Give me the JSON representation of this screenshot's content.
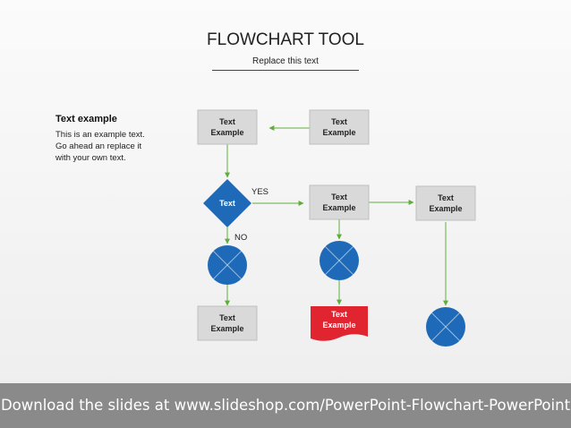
{
  "slide": {
    "title": "FLOWCHART TOOL",
    "subtitle": "Replace this text",
    "side_heading": "Text example",
    "side_body_lines": [
      "This is an example text.",
      "Go ahead an replace it",
      "with your own text."
    ]
  },
  "diagram": {
    "colors": {
      "box_fill": "#d9d9d9",
      "box_border": "#bfbfbf",
      "blue": "#1f6ab8",
      "red": "#e02531",
      "arrow": "#5fae3c",
      "text_dark": "#222222",
      "text_light": "#ffffff"
    },
    "nodes": [
      {
        "id": "box-top-left",
        "shape": "box",
        "lines": [
          "Text",
          "Example"
        ]
      },
      {
        "id": "box-top-right",
        "shape": "box",
        "lines": [
          "Text",
          "Example"
        ]
      },
      {
        "id": "decision",
        "shape": "diamond",
        "lines": [
          "Text"
        ]
      },
      {
        "id": "box-middle",
        "shape": "box",
        "lines": [
          "Text",
          "Example"
        ]
      },
      {
        "id": "box-right",
        "shape": "box",
        "lines": [
          "Text",
          "Example"
        ]
      },
      {
        "id": "connector-left",
        "shape": "connector",
        "lines": []
      },
      {
        "id": "connector-middle",
        "shape": "connector",
        "lines": []
      },
      {
        "id": "box-bottom-left",
        "shape": "box",
        "lines": [
          "Text",
          "Example"
        ]
      },
      {
        "id": "document-red",
        "shape": "document",
        "lines": [
          "Text",
          "Example"
        ]
      },
      {
        "id": "connector-right",
        "shape": "connector",
        "lines": []
      }
    ],
    "edges": [
      {
        "from": "box-top-right",
        "to": "box-top-left",
        "label": ""
      },
      {
        "from": "box-top-left",
        "to": "decision",
        "label": ""
      },
      {
        "from": "decision",
        "to": "box-middle",
        "label": "YES"
      },
      {
        "from": "box-middle",
        "to": "box-right",
        "label": ""
      },
      {
        "from": "decision",
        "to": "connector-left",
        "label": "NO"
      },
      {
        "from": "box-middle",
        "to": "connector-middle",
        "label": ""
      },
      {
        "from": "connector-left",
        "to": "box-bottom-left",
        "label": ""
      },
      {
        "from": "connector-middle",
        "to": "document-red",
        "label": ""
      },
      {
        "from": "box-right",
        "to": "connector-right",
        "label": ""
      }
    ]
  },
  "footer": {
    "text": "Download the slides at www.slideshop.com/PowerPoint-Flowchart-PowerPoint"
  }
}
